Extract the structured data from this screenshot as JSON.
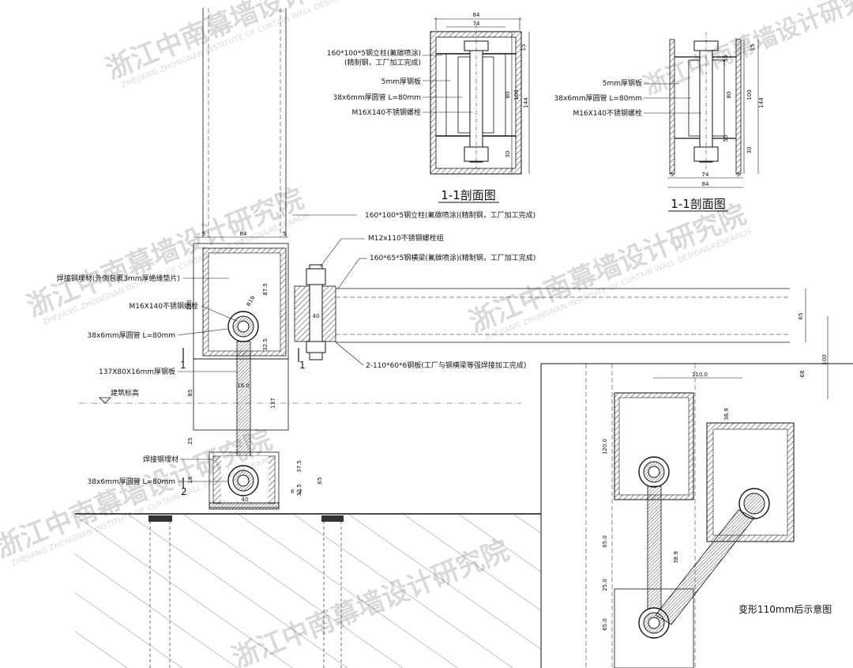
{
  "section_left": {
    "title": "1-1剖面图",
    "labels": [
      "160*100*5钢立柱(氟碳喷涂)",
      "(精制钢，工厂加工完成)",
      "5mm厚钢板",
      "38x6mm厚圆管 L=80mm",
      "M16X140不锈钢螺栓"
    ],
    "dims": {
      "w84": "84",
      "w74": "74",
      "h15": "15",
      "h80": "80",
      "h100": "100",
      "h144": "144",
      "h30": "30"
    }
  },
  "section_right": {
    "title": "1-1剖面图",
    "labels": [
      "5mm厚钢板",
      "38x6mm厚圆管 L=80mm",
      "M16X140不锈钢螺栓"
    ],
    "dims": {
      "h15": "15",
      "h80": "80",
      "h100": "100",
      "h144": "144",
      "h30": "30",
      "w5a": "5",
      "w74": "74",
      "w5b": "5",
      "w84": "84",
      "v55a": "55",
      "v55b": "55"
    }
  },
  "main": {
    "labels": {
      "column": "160*100*5钢立柱(氟碳喷涂)(精制钢，工厂加工完成)",
      "bolt_group": "M12x110不锈钢螺栓组",
      "beam": "160*65*5钢横梁(氟碳喷涂)(精制钢，工厂加工完成)",
      "weld_plate": "焊接钢埋材(外侧包裹3mm厚绝缘垫片)",
      "m16": "M16X140不锈钢螺栓",
      "tube": "38x6mm厚圆管 L=80mm",
      "plate137": "137X80X16mm厚钢板",
      "arch_level": "建筑标高",
      "plates2": "2-110*60*6钢板(工厂与钢横梁等强焊接加工完成)",
      "weld_embed": "焊接钢埋材",
      "tube2": "38x6mm厚圆管 L=80mm"
    },
    "dims": {
      "d5a": "5",
      "d84": "84",
      "d5b": "5",
      "d120": "120",
      "d87": "87.5",
      "dR19": "R19",
      "d32": "32.5",
      "d40a": "40",
      "d16": "16.0",
      "d85": "85",
      "d137": "137",
      "d25": "25",
      "d37": "37.5",
      "d32b": "32.5",
      "d65": "65",
      "d16b": "16",
      "d40b": "40",
      "d65b": "65",
      "d68": "68",
      "d100": "100",
      "weld6": "6",
      "weld2": "2"
    },
    "section_marks": [
      "1",
      "1",
      "1",
      "2"
    ]
  },
  "deform": {
    "title": "变形110mm后示意图",
    "dims": {
      "d110": "110.0",
      "d389a": "38.9",
      "d120": "120.0",
      "d650a": "65.0",
      "d389b": "38.9",
      "d250": "25.0",
      "d650b": "65.0"
    }
  },
  "watermark": {
    "text": "浙江中南幕墙设计研究院",
    "sub": "ZHEJIANG ZHONGNAN INSTITUTE OF CURTAIN WALL DESIGN&RESEARCH"
  }
}
